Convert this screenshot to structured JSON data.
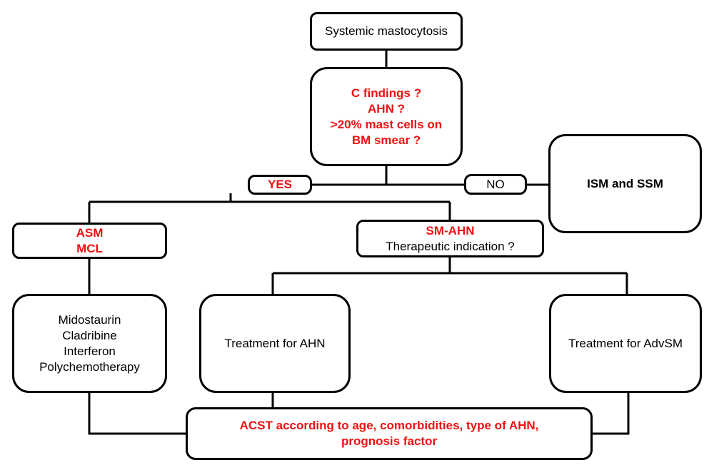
{
  "colors": {
    "highlight": "#ee1111",
    "stroke": "#000000",
    "background": "#ffffff"
  },
  "nodes": {
    "root": {
      "label": "Systemic mastocytosis"
    },
    "question": {
      "lines": [
        "C findings ?",
        "AHN ?",
        ">20% mast cells on",
        "BM smear ?"
      ]
    },
    "yes": {
      "label": "YES"
    },
    "no": {
      "label": "NO"
    },
    "ism_ssm": {
      "label": "ISM and SSM"
    },
    "asm_mcl": {
      "lines": [
        "ASM",
        "MCL"
      ]
    },
    "sm_ahn": {
      "title": "SM-AHN",
      "subtitle": "Therapeutic indication ?"
    },
    "drugs": {
      "lines": [
        "Midostaurin",
        "Cladribine",
        "Interferon",
        "Polychemotherapy"
      ]
    },
    "treat_ahn": {
      "label": "Treatment for AHN"
    },
    "treat_advsm": {
      "label": "Treatment for AdvSM"
    },
    "acst": {
      "lines": [
        "ACST according to age, comorbidities, type of AHN,",
        "prognosis factor"
      ]
    }
  }
}
